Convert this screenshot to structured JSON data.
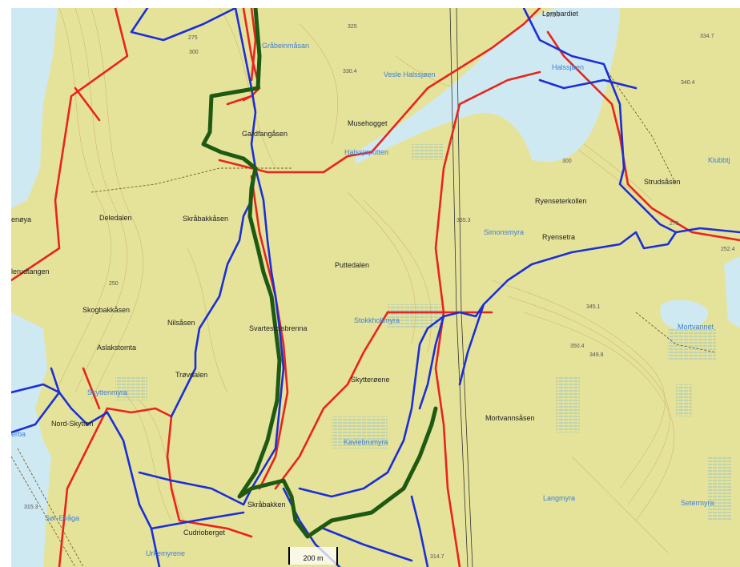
{
  "map": {
    "places": [
      {
        "id": "lombardiet",
        "text": "Lombardiet",
        "type": "place"
      },
      {
        "id": "grabeinmasan",
        "text": "Gråbeinmåsan",
        "type": "water"
      },
      {
        "id": "vesle-halssjoen",
        "text": "Vesle Halssjøen",
        "type": "water"
      },
      {
        "id": "halssjoen",
        "text": "Halssjøen",
        "type": "water"
      },
      {
        "id": "klubbtj",
        "text": "Klubbtj",
        "type": "water"
      },
      {
        "id": "gardfangasen",
        "text": "Gardfangåsen",
        "type": "place"
      },
      {
        "id": "musehogget",
        "text": "Musehogget",
        "type": "place"
      },
      {
        "id": "halssjoputten",
        "text": "Halssjøputten",
        "type": "water"
      },
      {
        "id": "strudsasen",
        "text": "Strudsåsen",
        "type": "place"
      },
      {
        "id": "ryenseterkollen",
        "text": "Ryenseterkollen",
        "type": "place"
      },
      {
        "id": "simonsmyra",
        "text": "Simonsmyra",
        "type": "water"
      },
      {
        "id": "ryensetra",
        "text": "Ryensetra",
        "type": "place"
      },
      {
        "id": "enoya",
        "text": "enøya",
        "type": "place"
      },
      {
        "id": "deledalen",
        "text": "Deledalen",
        "type": "place"
      },
      {
        "id": "skrabakkasen",
        "text": "Skråbakkåsen",
        "type": "place"
      },
      {
        "id": "lerudtangen",
        "text": "lerudtangen",
        "type": "place"
      },
      {
        "id": "puttedalen",
        "text": "Puttedalen",
        "type": "place"
      },
      {
        "id": "skogbakkasen",
        "text": "Skogbakkåsen",
        "type": "place"
      },
      {
        "id": "nilsasen",
        "text": "Nilsåsen",
        "type": "place"
      },
      {
        "id": "svartestolsbrenna",
        "text": "Svartestolsbrenna",
        "type": "place"
      },
      {
        "id": "stokkholtmyra",
        "text": "Stokkholtmyra",
        "type": "water"
      },
      {
        "id": "mortvannet",
        "text": "Mortvannet",
        "type": "water"
      },
      {
        "id": "aslakstomta",
        "text": "Aslakstomta",
        "type": "place"
      },
      {
        "id": "trovdalen",
        "text": "Trøvdalen",
        "type": "place"
      },
      {
        "id": "skytteroene",
        "text": "Skytterøene",
        "type": "place"
      },
      {
        "id": "skyttenmyra",
        "text": "Skyttenmyra",
        "type": "water"
      },
      {
        "id": "mortvannsasen",
        "text": "Mortvannsåsen",
        "type": "place"
      },
      {
        "id": "nord-skytten",
        "text": "Nord-Skytten",
        "type": "place"
      },
      {
        "id": "kaviebrumyra",
        "text": "Kaviebrumyra",
        "type": "water"
      },
      {
        "id": "langmyra",
        "text": "Langmyra",
        "type": "water"
      },
      {
        "id": "setermyra",
        "text": "Setermyra",
        "type": "water"
      },
      {
        "id": "sor-evaga",
        "text": "Sør-Evåga",
        "type": "water"
      },
      {
        "id": "skrabakken",
        "text": "Skråbakken",
        "type": "place"
      },
      {
        "id": "cudrioberget",
        "text": "Cudrioberget",
        "type": "place"
      },
      {
        "id": "urkemyrene",
        "text": "Urkemyrene",
        "type": "water"
      },
      {
        "id": "erba",
        "text": "erba",
        "type": "water"
      }
    ],
    "elevations": [
      {
        "id": "e275",
        "text": "275"
      },
      {
        "id": "e300",
        "text": "300"
      },
      {
        "id": "e325",
        "text": "325"
      },
      {
        "id": "e3304",
        "text": "330.4"
      },
      {
        "id": "e2787",
        "text": "278.7"
      },
      {
        "id": "e3347",
        "text": "334.7"
      },
      {
        "id": "e3404",
        "text": "340.4"
      },
      {
        "id": "e300b",
        "text": "300"
      },
      {
        "id": "e3353",
        "text": "335.3"
      },
      {
        "id": "e275b",
        "text": "275"
      },
      {
        "id": "e2524",
        "text": "252.4"
      },
      {
        "id": "e3451",
        "text": "345.1"
      },
      {
        "id": "e3504",
        "text": "350.4"
      },
      {
        "id": "e3498",
        "text": "349.8"
      },
      {
        "id": "e3147",
        "text": "314.7"
      },
      {
        "id": "e3153",
        "text": "315.3"
      },
      {
        "id": "e250",
        "text": "250"
      }
    ],
    "scale_label": "200 m",
    "colors": {
      "terrain": "#e5e39a",
      "water": "#cfe9f2",
      "red_route": "#e8241d",
      "blue_route": "#1b2fd6",
      "green_route": "#1e5a12",
      "label_water": "#3f7fd6"
    }
  }
}
